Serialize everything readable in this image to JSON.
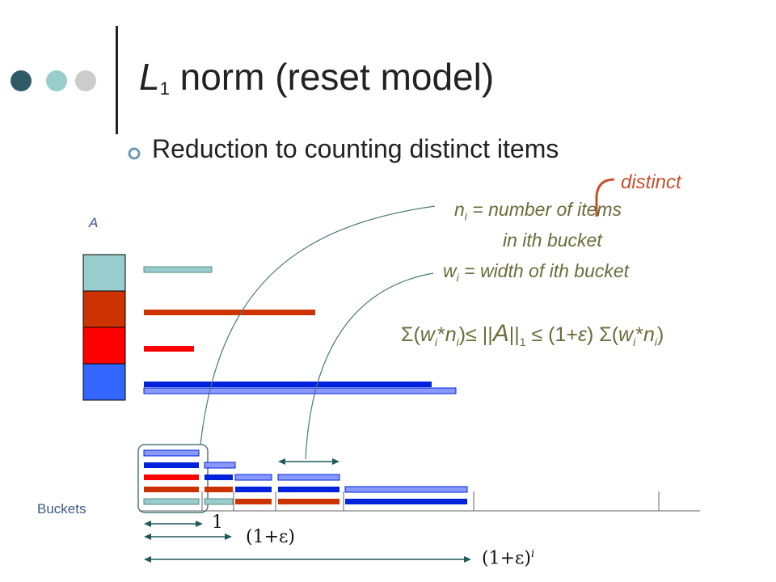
{
  "slide": {
    "title_prefix": "L",
    "title_sub": "1",
    "title_rest": " norm (reset model)",
    "bullet": "Reduction to counting distinct items",
    "label_a": "A",
    "label_buckets": "Buckets",
    "distinct": "distinct",
    "ni_var": "n",
    "ni_sub": "i",
    "ni_text": " = number of items",
    "ni_text2": "in ith bucket",
    "wi_var": "w",
    "wi_sub": "i",
    "wi_text": " = width of ith bucket",
    "formula": {
      "open": "Σ(",
      "w": "w",
      "i": "i",
      "star": "*",
      "n": "n",
      "close_le": ")≤ ||",
      "A": "A",
      "norm_close": "||",
      "one": "1",
      "le_eps": " ≤ (1+",
      "eps": "ε",
      "sigma2": ") Σ(",
      "end": ")"
    },
    "scale_labels": {
      "one": "1",
      "one_plus_eps": "(1+ε)",
      "one_plus_eps_i": "(1+ε)",
      "exp_i": "i"
    }
  },
  "colors": {
    "teal": "#99cccc",
    "rust": "#cc3300",
    "red": "#ff0000",
    "blue": "#0022dd",
    "cell_blue": "#3366ff",
    "bullet_ring": "#6f9bb0",
    "dot_dark": "#2f5b66"
  }
}
